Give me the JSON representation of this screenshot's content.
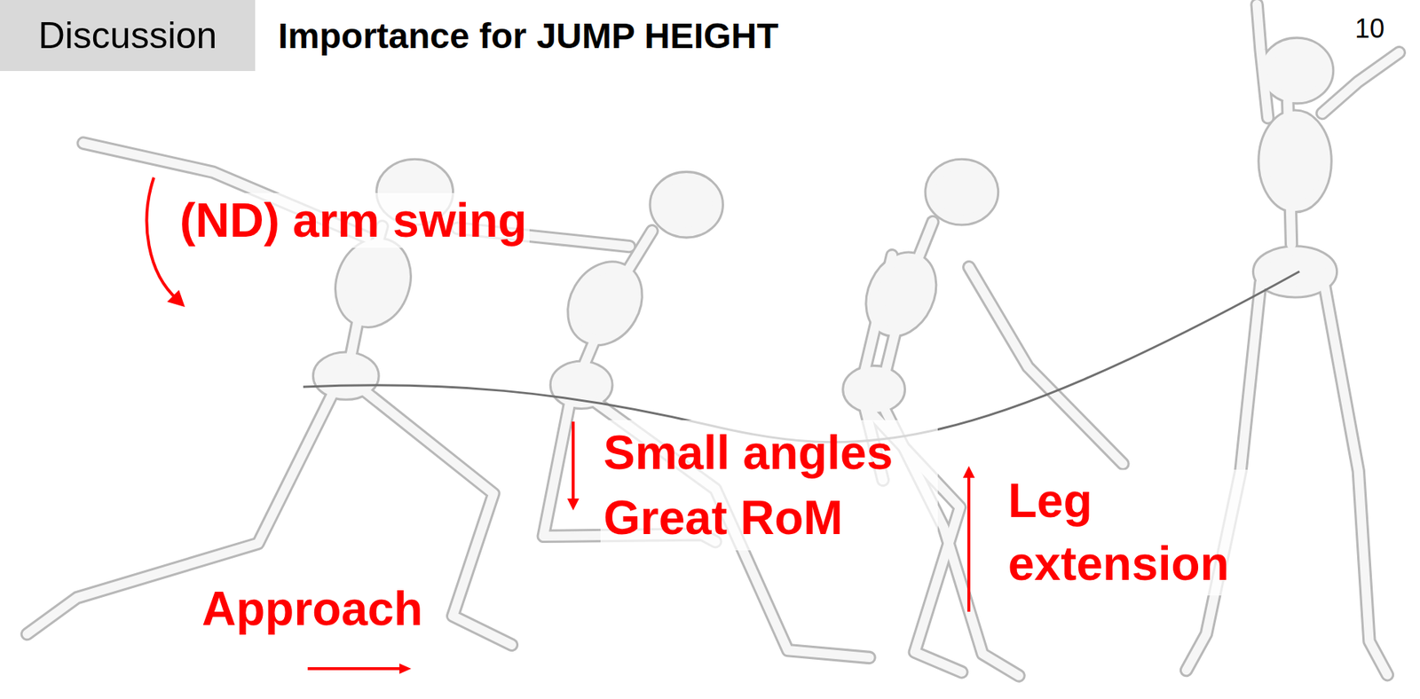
{
  "diagram": {
    "title": "Importance for JUMP HEIGHT",
    "nodes": [
      {
        "text": [
          "Discussion"
        ]
      }
    ],
    "edges": [],
    "labels": [
      "10",
      "(ND) arm swing",
      "Small angles Great RoM",
      "Leg extension",
      "Approach"
    ]
  }
}
